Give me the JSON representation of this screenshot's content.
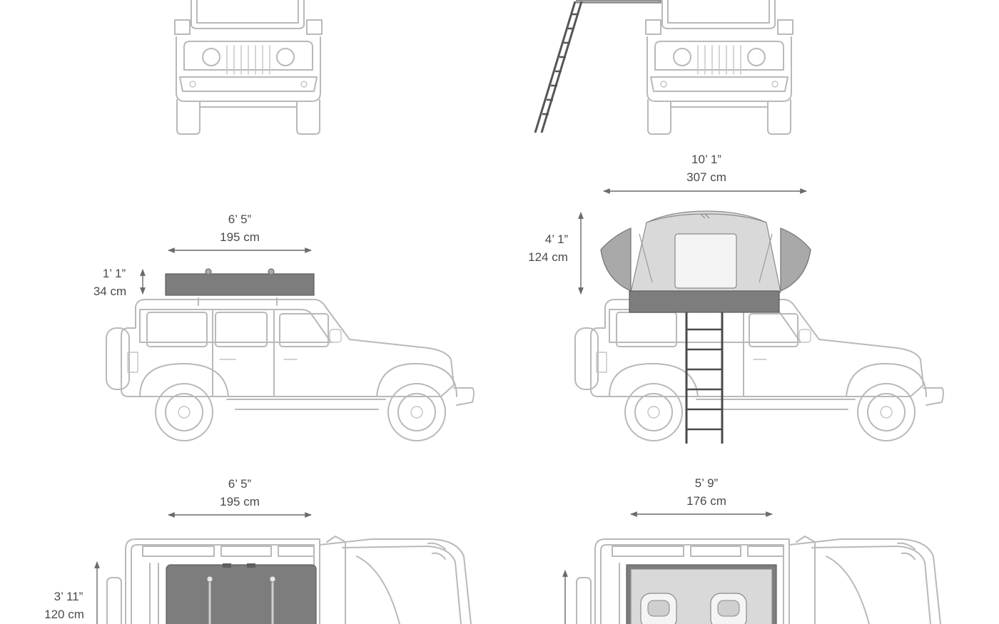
{
  "dimensions": {
    "closed_side_length": {
      "imperial": "6’ 5”",
      "metric": "195 cm"
    },
    "closed_side_height": {
      "imperial": "1’ 1”",
      "metric": "34 cm"
    },
    "open_side_length": {
      "imperial": "10’ 1”",
      "metric": "307 cm"
    },
    "open_side_height": {
      "imperial": "4’ 1”",
      "metric": "124 cm"
    },
    "closed_top_length": {
      "imperial": "6’ 5”",
      "metric": "195 cm"
    },
    "closed_top_width": {
      "imperial": "3’ 11”",
      "metric": "120 cm"
    },
    "open_top_length": {
      "imperial": "5’ 9”",
      "metric": "176 cm"
    }
  },
  "colors": {
    "vehicle_outline": "#b9b9b9",
    "tent_shell": "#7d7d7d",
    "tent_fabric": "#a9a9a9",
    "dimension_line": "#6a6a6a"
  }
}
